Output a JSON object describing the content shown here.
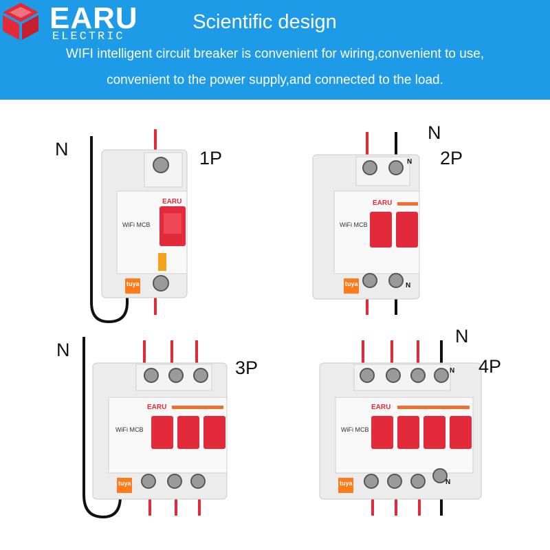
{
  "brand": {
    "name": "EARU",
    "sub": "ELECTRIC",
    "colors": {
      "red": "#e22a3a",
      "blue": "#1d9be6"
    }
  },
  "banner": {
    "title": "Scientific design",
    "line1": "WIFI intelligent circuit breaker is convenient for wiring,convenient to use,",
    "line2": "convenient to the power supply,and connected to the load."
  },
  "breakers": [
    {
      "label": "1P",
      "neutral": "N",
      "poles": 1
    },
    {
      "label": "2P",
      "neutral": "N",
      "poles": 2
    },
    {
      "label": "3P",
      "neutral": "N",
      "poles": 3
    },
    {
      "label": "4P",
      "neutral": "N",
      "poles": 4
    }
  ],
  "device": {
    "brand": "EARU",
    "model": "WiFi MCB",
    "app_badge": "tuya",
    "neutral_mark": "N"
  }
}
